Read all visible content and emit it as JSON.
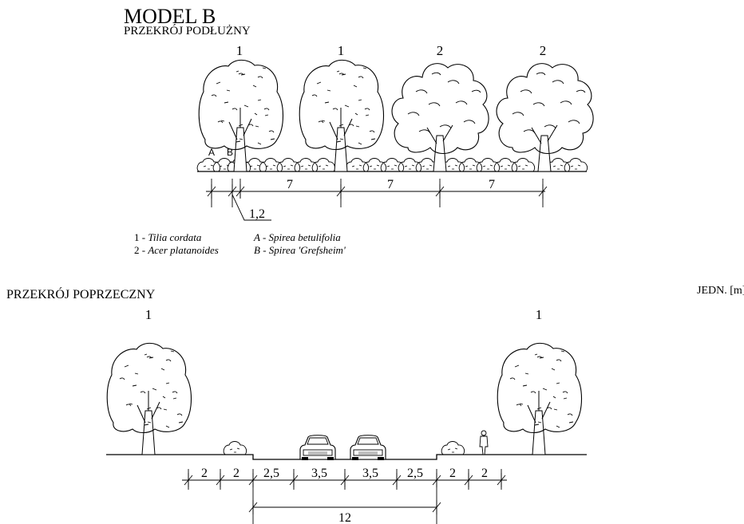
{
  "title": "MODEL   B",
  "longitudinal": {
    "heading": "PRZEKRÓJ PODŁUŻNY",
    "tree_numbers": [
      "1",
      "1",
      "2",
      "2"
    ],
    "shrub_labels": [
      "A",
      "B"
    ],
    "dimensions": [
      "7",
      "7",
      "7"
    ],
    "offset_dimension": "1,2"
  },
  "legend": {
    "item1_num": "1 - ",
    "item1_name": "Tilia cordata",
    "item2_num": "2 - ",
    "item2_name": "Acer platanoides",
    "itemA_letter": "A - ",
    "itemA_name": "Spirea betulifolia",
    "itemB_letter": "B - ",
    "itemB_name": "Spirea 'Grefsheim'"
  },
  "transverse": {
    "heading": "PRZEKRÓJ POPRZECZNY",
    "units": "JEDN. [m]",
    "tree_numbers": [
      "1",
      "1"
    ],
    "dimensions": [
      "2",
      "2",
      "2,5",
      "3,5",
      "3,5",
      "2,5",
      "2",
      "2"
    ],
    "total_dimension": "12"
  }
}
